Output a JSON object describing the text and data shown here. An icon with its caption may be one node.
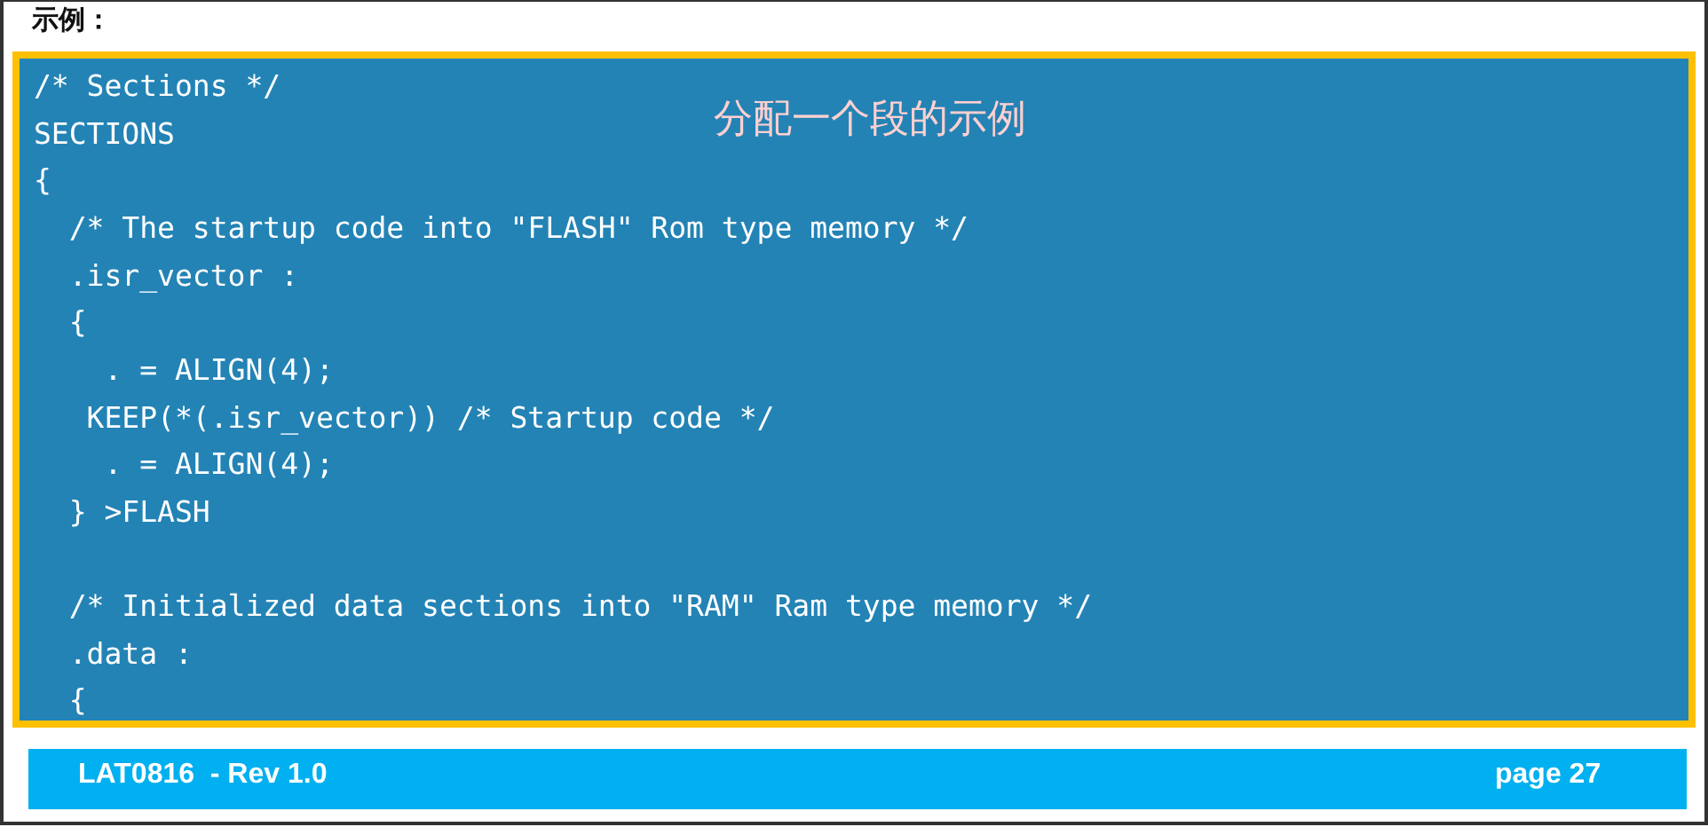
{
  "diagram": {
    "title": "示例：",
    "nodes": [
      {
        "text": [
          "/* Sections */",
          "SECTIONS",
          "{",
          "  /* The startup code into \"FLASH\" Rom type memory */",
          "  .isr_vector :",
          "  {",
          "    . = ALIGN(4);",
          "   KEEP(*(.isr_vector)) /* Startup code */",
          "    . = ALIGN(4);",
          "  } >FLASH",
          "  /* Initialized data sections into \"RAM\" Ram type memory */",
          "  .data :",
          "  {",
          "分配一个段的示例"
        ]
      },
      {
        "text": [
          "LAT0816  - Rev 1.0",
          "page 27"
        ]
      }
    ]
  }
}
